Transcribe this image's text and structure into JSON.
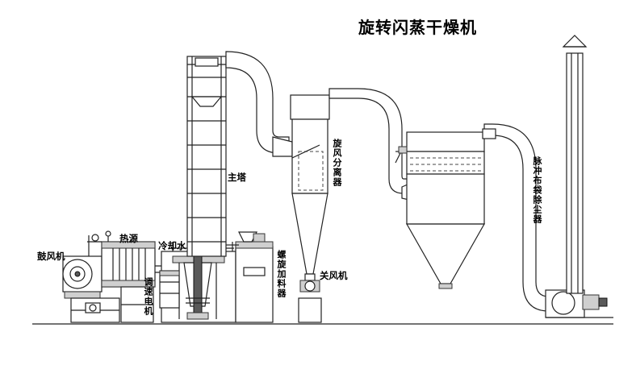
{
  "title": "旋转闪蒸干燥机",
  "labels": {
    "blower": "鼓风机",
    "heat_source": "热源",
    "cooling_water": "冷却水",
    "main_tower": "主塔",
    "cyclone_separator": "旋风分离器",
    "screw_feeder": "螺旋加料器",
    "rotary_valve": "关风机",
    "speed_motor": "调速电机",
    "pulse_bag_filter": "脉冲布袋除尘器"
  }
}
